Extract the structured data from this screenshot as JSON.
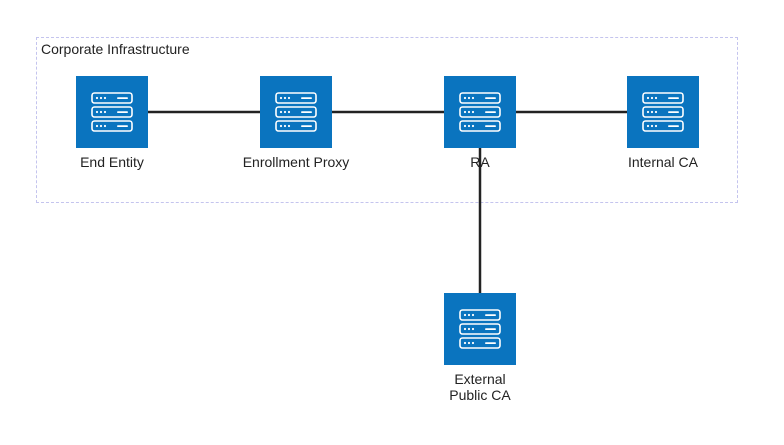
{
  "diagram": {
    "group": {
      "label": "Corporate Infrastructure"
    },
    "nodes": [
      {
        "id": "end-entity",
        "label": "End Entity",
        "icon": "server-icon"
      },
      {
        "id": "enrollment-proxy",
        "label": "Enrollment Proxy",
        "icon": "server-icon"
      },
      {
        "id": "ra",
        "label": "RA",
        "icon": "server-icon"
      },
      {
        "id": "internal-ca",
        "label": "Internal CA",
        "icon": "server-icon"
      },
      {
        "id": "external-public-ca",
        "label": "External Public CA",
        "icon": "server-icon"
      }
    ],
    "edges": [
      {
        "from": "end-entity",
        "to": "enrollment-proxy"
      },
      {
        "from": "enrollment-proxy",
        "to": "ra"
      },
      {
        "from": "ra",
        "to": "internal-ca"
      },
      {
        "from": "ra",
        "to": "external-public-ca"
      }
    ],
    "colors": {
      "node_fill": "#0a74bf",
      "icon_stroke": "#ffffff",
      "edge": "#222222",
      "group_border": "#c4c4ee"
    }
  }
}
